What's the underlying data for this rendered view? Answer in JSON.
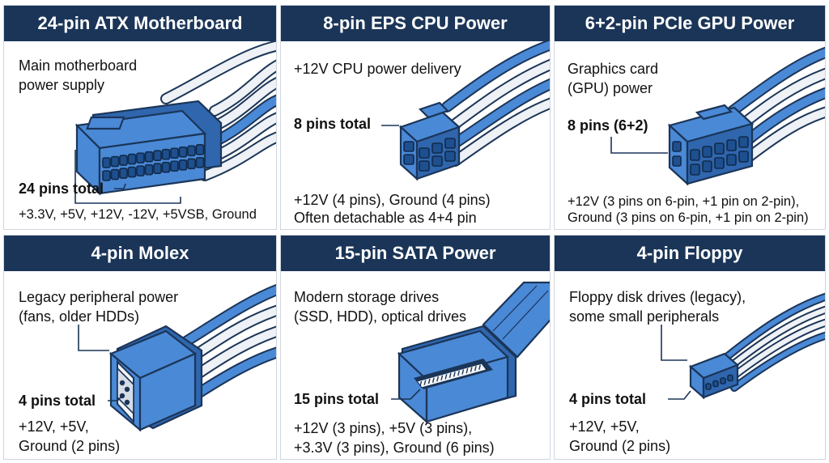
{
  "panels": [
    {
      "id": "atx24",
      "title": "24-pin ATX Motherboard",
      "description": [
        "Main motherboard",
        "power supply"
      ],
      "pin_label": "24 pins total",
      "details": [
        "+3.3V, +5V, +12V, -12V, +5VSB, Ground"
      ]
    },
    {
      "id": "eps8",
      "title": "8-pin EPS CPU Power",
      "description": [
        "+12V CPU power delivery"
      ],
      "pin_label": "8 pins total",
      "details": [
        "+12V (4 pins), Ground (4 pins)",
        "Often detachable as 4+4 pin"
      ]
    },
    {
      "id": "pcie62",
      "title": "6+2-pin PCIe GPU Power",
      "description": [
        "Graphics card",
        "(GPU) power"
      ],
      "pin_label": "8 pins (6+2)",
      "details": [
        "+12V (3 pins on 6-pin, +1 pin on 2-pin),",
        "Ground (3 pins on 6-pin, +1 pin on 2-pin)"
      ]
    },
    {
      "id": "molex4",
      "title": "4-pin Molex",
      "description": [
        "Legacy peripheral power",
        "(fans, older HDDs)"
      ],
      "pin_label": "4 pins total",
      "details": [
        "+12V, +5V,",
        "Ground (2 pins)"
      ]
    },
    {
      "id": "sata15",
      "title": "15-pin SATA Power",
      "description": [
        "Modern storage drives",
        "(SSD, HDD), optical drives"
      ],
      "pin_label": "15 pins total",
      "details": [
        "+12V (3 pins), +5V (3 pins),",
        "+3.3V (3 pins), Ground (6 pins)"
      ]
    },
    {
      "id": "floppy4",
      "title": "4-pin Floppy",
      "description": [
        "Floppy disk drives (legacy),",
        "some small peripherals"
      ],
      "pin_label": "4 pins total",
      "details": [
        "+12V, +5V,",
        "Ground (2 pins)"
      ]
    }
  ]
}
